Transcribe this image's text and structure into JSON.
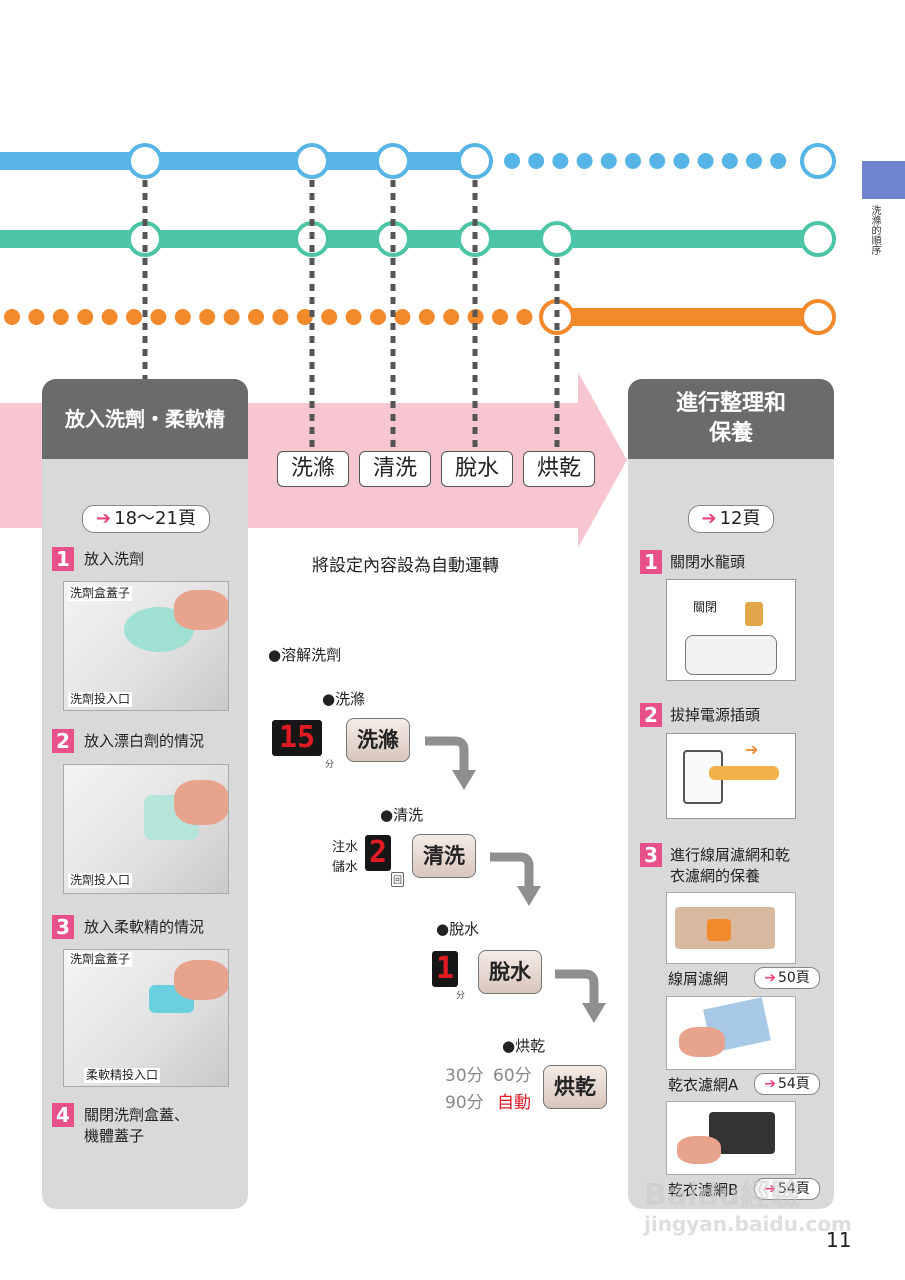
{
  "side_tab": {
    "text": "洗滌的順序",
    "color": "#6f86cf"
  },
  "colors": {
    "blue": "#56b4e6",
    "green": "#4cc5a6",
    "orange": "#f2892a",
    "pink": "#f7c6d1",
    "card": "#d9d9d9",
    "card_head": "#6b6b6b",
    "step_pink": "#e8508a"
  },
  "left_card": {
    "title": "放入洗劑・柔軟精",
    "pages": "18～21頁",
    "steps": [
      {
        "num": "1",
        "text": "放入洗劑",
        "tags": [
          "洗劑盒蓋子",
          "洗劑投入口"
        ]
      },
      {
        "num": "2",
        "text": "放入漂白劑的情況",
        "tags": [
          "洗劑投入口"
        ]
      },
      {
        "num": "3",
        "text": "放入柔軟精的情況",
        "tags": [
          "洗劑盒蓋子",
          "柔軟精投入口"
        ]
      },
      {
        "num": "4",
        "text_l1": "關閉洗劑盒蓋、",
        "text_l2": "機體蓋子"
      }
    ]
  },
  "phases": [
    "洗滌",
    "清洗",
    "脫水",
    "烘乾"
  ],
  "auto_text": "將設定內容設為自動運轉",
  "process": {
    "dissolve": "●溶解洗劑",
    "wash": {
      "label": "●洗滌",
      "display": "15",
      "unit": "分",
      "button": "洗滌"
    },
    "rinse": {
      "label": "●清洗",
      "inject": "注水",
      "store": "儲水",
      "display": "2",
      "unit": "回",
      "button": "清洗"
    },
    "spin": {
      "label": "●脫水",
      "display": "1",
      "unit": "分",
      "button": "脫水"
    },
    "dry": {
      "label": "●烘乾",
      "opt1": "30分",
      "opt2": "60分",
      "opt3": "90分",
      "opt4": "自動",
      "button": "烘乾"
    }
  },
  "right_card": {
    "title_l1": "進行整理和",
    "title_l2": "保養",
    "pages": "12頁",
    "steps": [
      {
        "num": "1",
        "text": "關閉水龍頭",
        "tag": "關閉"
      },
      {
        "num": "2",
        "text": "拔掉電源插頭"
      },
      {
        "num": "3",
        "text_l1": "進行線屑濾網和乾",
        "text_l2": "衣濾網的保養"
      }
    ],
    "filters": [
      {
        "name": "線屑濾網",
        "page": "50頁"
      },
      {
        "name": "乾衣濾網A",
        "page": "54頁"
      },
      {
        "name": "乾衣濾網B",
        "page": "54頁"
      }
    ]
  },
  "page_number": "11",
  "watermark": {
    "brand": "Baidu經驗",
    "url": "jingyan.baidu.com"
  }
}
